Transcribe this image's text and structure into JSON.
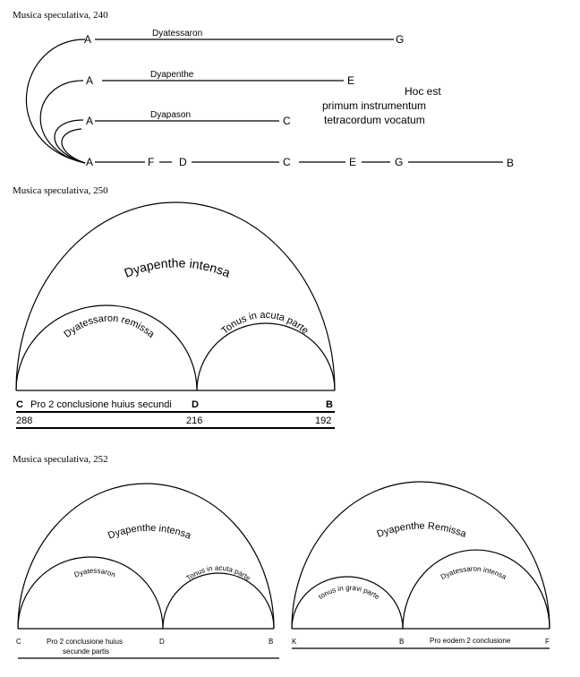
{
  "figures": [
    {
      "caption": "Musica speculativa, 240",
      "intervals": [
        "Dyatessaron",
        "Dyapenthe",
        "Dyapason"
      ],
      "note_labels": {
        "row1": [
          "A",
          "G"
        ],
        "row2": [
          "A",
          "E"
        ],
        "row3": [
          "A",
          "C"
        ],
        "row4": [
          "A",
          "F",
          "D",
          "C",
          "E",
          "G",
          "B"
        ]
      },
      "annotation": [
        "Hoc est",
        "primum instrumentum",
        "tetracordum vocatum"
      ]
    },
    {
      "caption": "Musica speculativa, 250",
      "arcs": {
        "large": "Dyapenthe intensa",
        "left": "Dyatessaron remissa",
        "right": "Tonus in acuta parte"
      },
      "notes": [
        "C",
        "D",
        "B"
      ],
      "conclusion": "Pro 2 conclusione huius secundi",
      "numbers": [
        "288",
        "216",
        "192"
      ]
    },
    {
      "caption": "Musica speculativa, 252",
      "left_diagram": {
        "large": "Dyapenthe intensa",
        "left": "Dyatessaron",
        "right": "Tonus in acuta parte",
        "notes": [
          "C",
          "D",
          "B"
        ],
        "conclusion": [
          "Pro 2 conclusione huius",
          "secunde partis"
        ]
      },
      "right_diagram": {
        "large": "Dyapenthe Remissa",
        "left": "tonus in gravi parte",
        "right": "Dyatessaron intensa",
        "notes": [
          "K",
          "B",
          "F"
        ],
        "conclusion": "Pro eodem 2 conclusione"
      }
    }
  ]
}
